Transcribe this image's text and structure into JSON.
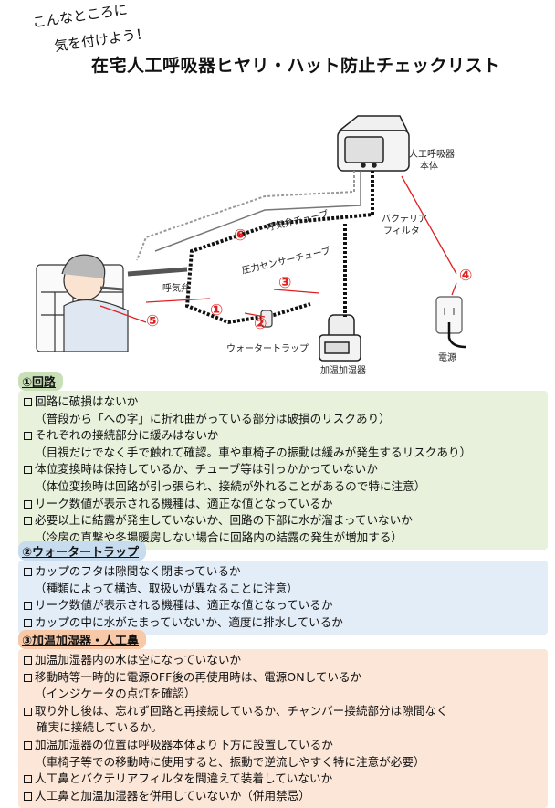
{
  "header": {
    "lead_line1": "こんなところに",
    "lead_line2": "気を付けよう！",
    "title": "在宅人工呼吸器ヒヤリ・ハット防止チェックリスト"
  },
  "illustration": {
    "labels": {
      "ventilator_body_1": "人工呼吸器",
      "ventilator_body_2": "本体",
      "exhalation_valve_tube": "呼気弁チューブ",
      "pressure_sensor_tube": "圧力センサーチューブ",
      "bacteria_filter_1": "バクテリア",
      "bacteria_filter_2": "フィルタ",
      "exhalation_valve": "呼気弁",
      "water_trap": "ウォータートラップ",
      "humidifier": "加温加湿器",
      "power": "電源"
    },
    "markers": [
      "①",
      "②",
      "③",
      "④",
      "⑤",
      "⑥"
    ],
    "colors": {
      "marker": "#e02020",
      "tube": "#111111"
    }
  },
  "sections": [
    {
      "title": "①回路",
      "items": [
        {
          "text": "回路に破損はないか",
          "note": "（普段から「への字」に折れ曲がっている部分は破損のリスクあり）"
        },
        {
          "text": "それぞれの接続部分に緩みはないか",
          "note": "（目視だけでなく手で触れて確認。車や車椅子の振動は緩みが発生するリスクあり）"
        },
        {
          "text": "体位変換時は保持しているか、チューブ等は引っかかっていないか",
          "note": "（体位変換時は回路が引っ張られ、接続が外れることがあるので特に注意）"
        },
        {
          "text": "リーク数値が表示される機種は、適正な値となっているか",
          "note": ""
        },
        {
          "text": "必要以上に結露が発生していないか、回路の下部に水が溜まっていないか",
          "note": "（冷房の直撃や冬場暖房しない場合に回路内の結露の発生が増加する）"
        }
      ]
    },
    {
      "title": "②ウォータートラップ",
      "items": [
        {
          "text": "カップのフタは隙間なく閉まっているか",
          "note": "（種類によって構造、取扱いが異なることに注意）"
        },
        {
          "text": "リーク数値が表示される機種は、適正な値となっているか",
          "note": ""
        },
        {
          "text": "カップの中に水がたまっていないか、適度に排水しているか",
          "note": ""
        }
      ]
    },
    {
      "title": "③加温加湿器・人工鼻",
      "items": [
        {
          "text": "加温加湿器内の水は空になっていないか",
          "note": ""
        },
        {
          "text": "移動時等一時的に電源OFF後の再使用時は、電源ONしているか",
          "note": "（インジケータの点灯を確認）"
        },
        {
          "text": "取り外し後は、忘れず回路と再接続しているか、チャンバー接続部分は隙間なく",
          "note": "確実に接続しているか。"
        },
        {
          "text": "加温加湿器の位置は呼吸器本体より下方に設置しているか",
          "note": "（車椅子等での移動時に使用すると、振動で逆流しやすく特に注意が必要）"
        },
        {
          "text": "人工鼻とバクテリアフィルタを間違えて装着していないか",
          "note": ""
        },
        {
          "text": "人工鼻と加温加湿器を併用していないか（併用禁忌）",
          "note": ""
        }
      ]
    }
  ]
}
